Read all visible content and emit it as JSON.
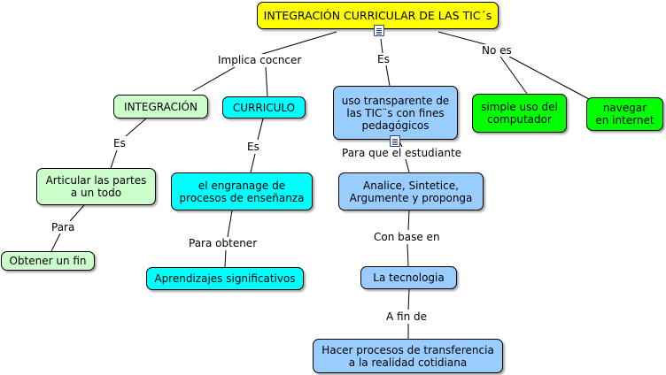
{
  "colors": {
    "yellow": "#ffff00",
    "light_green": "#ccffcc",
    "cyan": "#00ffff",
    "light_blue": "#99ccff",
    "green": "#00ff00"
  },
  "nodes": {
    "root": "INTEGRACIÓN CURRICULAR DE LAS TIC´s",
    "integracion": "INTEGRACIÓN",
    "curriculo": "CURRICULO",
    "uso": "uso transparente de\nlas TIC¨s con fines\npedagógicos",
    "simple": "simple uso del\ncomputador",
    "navegar": "navegar\nen internet",
    "articular": "Articular las partes\na un todo",
    "obtener_fin": "Obtener un fin",
    "engranaje": "el engranage de\nprocesos de enseñanza",
    "aprendizajes": "Aprendizajes significativos",
    "analice": "Analice, Sintetice,\nArgumente y proponga",
    "tecnologia": "La tecnologia",
    "hacer": "Hacer procesos de transferencia\na la realidad cotidiana"
  },
  "links": {
    "implica": "Implica cocncer",
    "es_root": "Es",
    "no_es": "No es",
    "es_integracion": "Es",
    "es_curriculo": "Es",
    "para": "Para",
    "para_obtener": "Para obtener",
    "para_que": "Para que el estudiante",
    "con_base": "Con base en",
    "a_fin_de": "A fin de"
  },
  "icons": [
    "document-icon",
    "document-icon"
  ]
}
